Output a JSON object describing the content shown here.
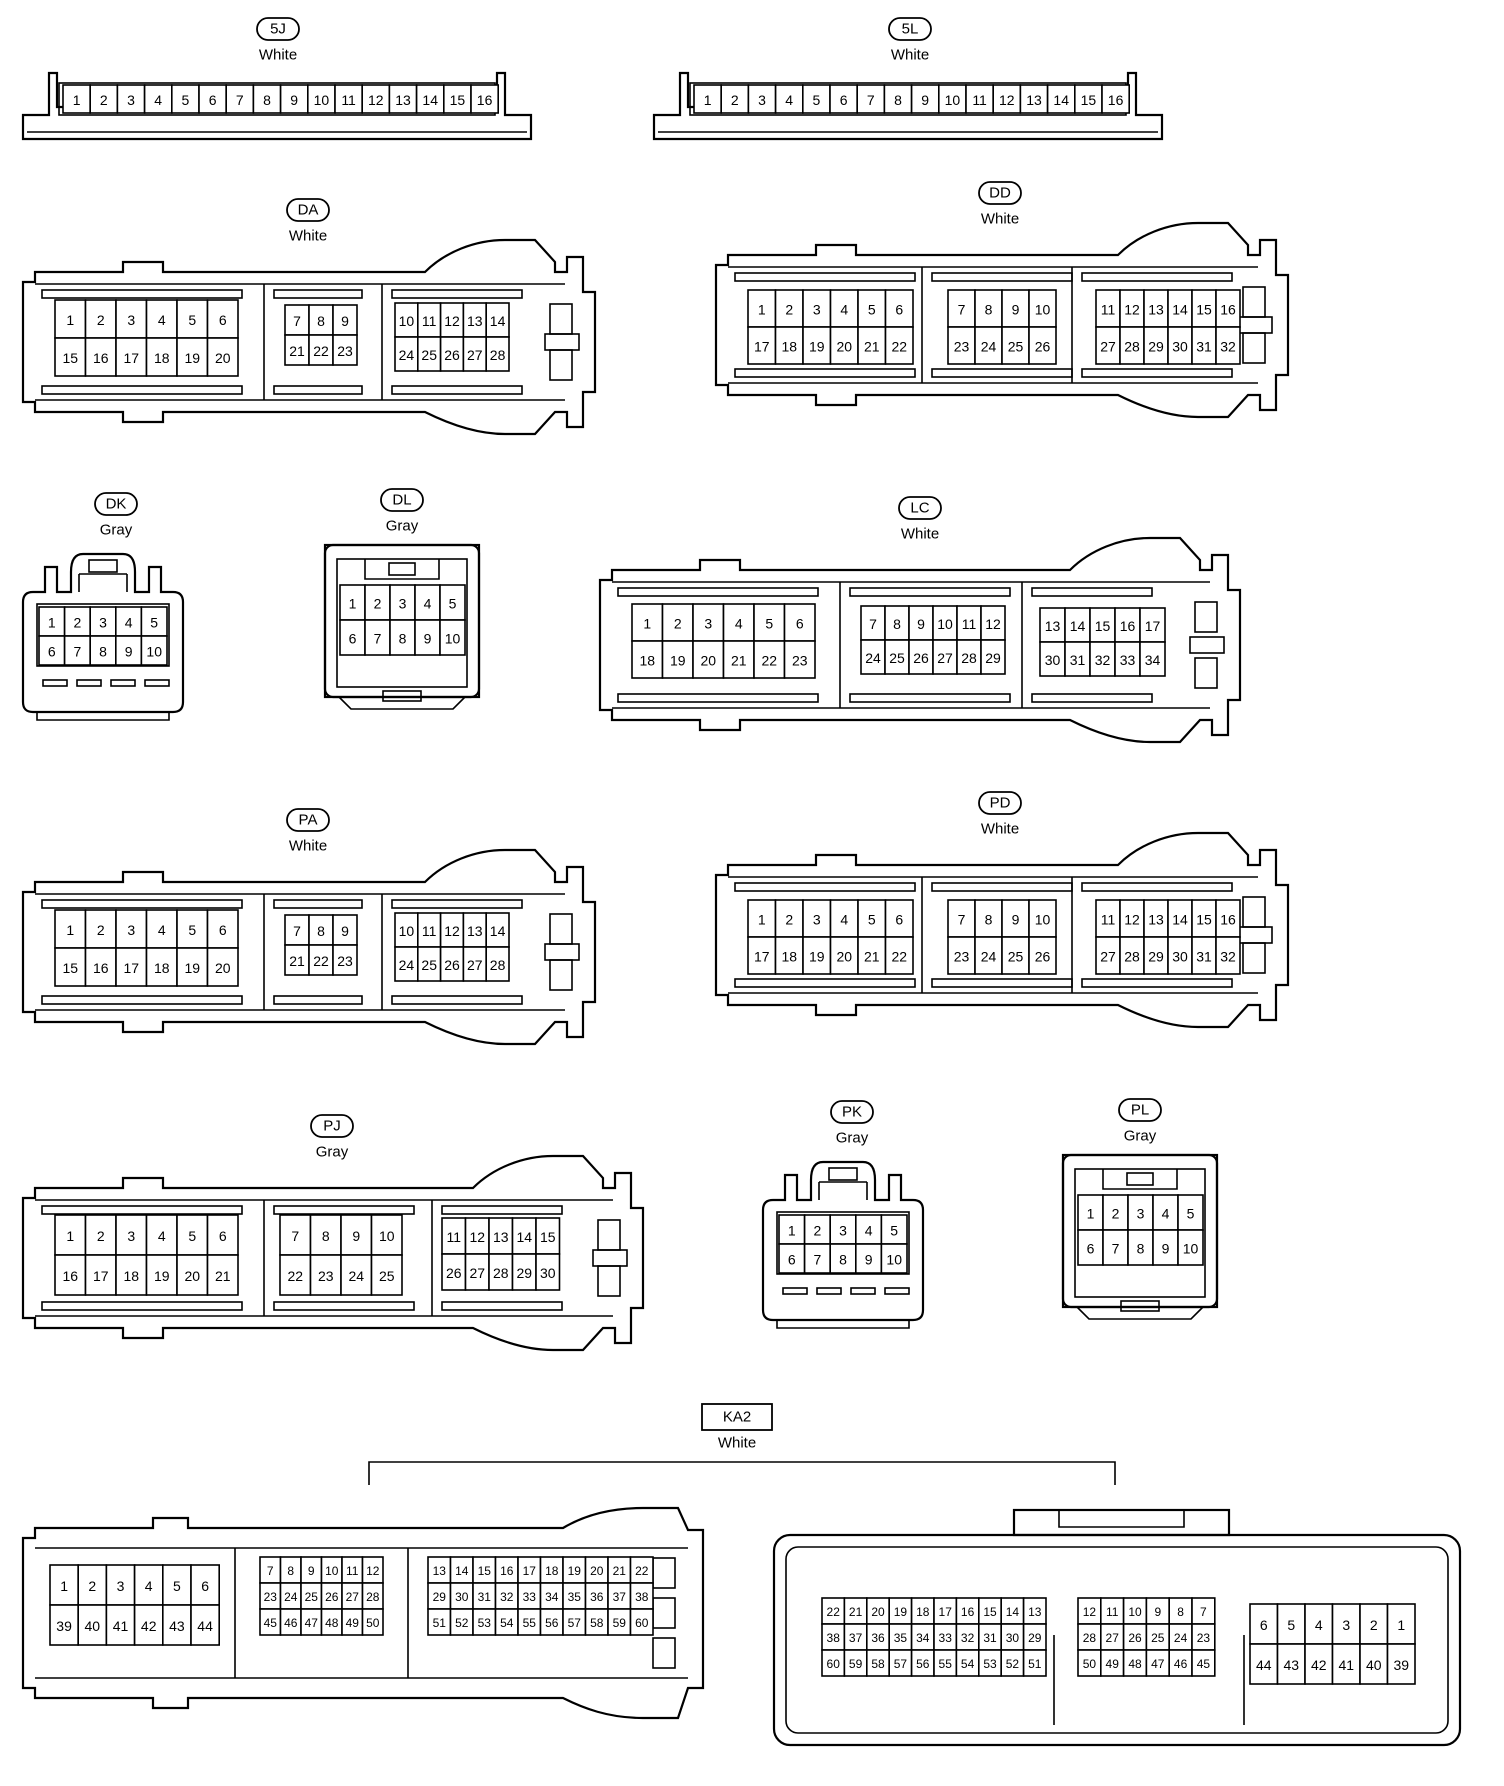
{
  "connectors": [
    {
      "id": "5J",
      "color": "White",
      "rows": [
        [
          "1",
          "2",
          "3",
          "4",
          "5",
          "6",
          "7",
          "8",
          "9",
          "10",
          "11",
          "12",
          "13",
          "14",
          "15",
          "16"
        ]
      ]
    },
    {
      "id": "5L",
      "color": "White",
      "rows": [
        [
          "1",
          "2",
          "3",
          "4",
          "5",
          "6",
          "7",
          "8",
          "9",
          "10",
          "11",
          "12",
          "13",
          "14",
          "15",
          "16"
        ]
      ]
    },
    {
      "id": "DA",
      "color": "White",
      "blocks": [
        {
          "rows": [
            [
              "1",
              "2",
              "3",
              "4",
              "5",
              "6"
            ],
            [
              "15",
              "16",
              "17",
              "18",
              "19",
              "20"
            ]
          ]
        },
        {
          "rows": [
            [
              "7",
              "8",
              "9"
            ],
            [
              "21",
              "22",
              "23"
            ]
          ]
        },
        {
          "rows": [
            [
              "10",
              "11",
              "12",
              "13",
              "14"
            ],
            [
              "24",
              "25",
              "26",
              "27",
              "28"
            ]
          ]
        }
      ]
    },
    {
      "id": "DD",
      "color": "White",
      "blocks": [
        {
          "rows": [
            [
              "1",
              "2",
              "3",
              "4",
              "5",
              "6"
            ],
            [
              "17",
              "18",
              "19",
              "20",
              "21",
              "22"
            ]
          ]
        },
        {
          "rows": [
            [
              "7",
              "8",
              "9",
              "10"
            ],
            [
              "23",
              "24",
              "25",
              "26"
            ]
          ]
        },
        {
          "rows": [
            [
              "11",
              "12",
              "13",
              "14",
              "15",
              "16"
            ],
            [
              "27",
              "28",
              "29",
              "30",
              "31",
              "32"
            ]
          ]
        }
      ]
    },
    {
      "id": "DK",
      "color": "Gray",
      "rows": [
        [
          "1",
          "2",
          "3",
          "4",
          "5"
        ],
        [
          "6",
          "7",
          "8",
          "9",
          "10"
        ]
      ]
    },
    {
      "id": "DL",
      "color": "Gray",
      "rows": [
        [
          "1",
          "2",
          "3",
          "4",
          "5"
        ],
        [
          "6",
          "7",
          "8",
          "9",
          "10"
        ]
      ]
    },
    {
      "id": "LC",
      "color": "White",
      "blocks": [
        {
          "rows": [
            [
              "1",
              "2",
              "3",
              "4",
              "5",
              "6"
            ],
            [
              "18",
              "19",
              "20",
              "21",
              "22",
              "23"
            ]
          ]
        },
        {
          "rows": [
            [
              "7",
              "8",
              "9",
              "10",
              "11",
              "12"
            ],
            [
              "24",
              "25",
              "26",
              "27",
              "28",
              "29"
            ]
          ]
        },
        {
          "rows": [
            [
              "13",
              "14",
              "15",
              "16",
              "17"
            ],
            [
              "30",
              "31",
              "32",
              "33",
              "34"
            ]
          ]
        }
      ]
    },
    {
      "id": "PA",
      "color": "White",
      "blocks": [
        {
          "rows": [
            [
              "1",
              "2",
              "3",
              "4",
              "5",
              "6"
            ],
            [
              "15",
              "16",
              "17",
              "18",
              "19",
              "20"
            ]
          ]
        },
        {
          "rows": [
            [
              "7",
              "8",
              "9"
            ],
            [
              "21",
              "22",
              "23"
            ]
          ]
        },
        {
          "rows": [
            [
              "10",
              "11",
              "12",
              "13",
              "14"
            ],
            [
              "24",
              "25",
              "26",
              "27",
              "28"
            ]
          ]
        }
      ]
    },
    {
      "id": "PD",
      "color": "White",
      "blocks": [
        {
          "rows": [
            [
              "1",
              "2",
              "3",
              "4",
              "5",
              "6"
            ],
            [
              "17",
              "18",
              "19",
              "20",
              "21",
              "22"
            ]
          ]
        },
        {
          "rows": [
            [
              "7",
              "8",
              "9",
              "10"
            ],
            [
              "23",
              "24",
              "25",
              "26"
            ]
          ]
        },
        {
          "rows": [
            [
              "11",
              "12",
              "13",
              "14",
              "15",
              "16"
            ],
            [
              "27",
              "28",
              "29",
              "30",
              "31",
              "32"
            ]
          ]
        }
      ]
    },
    {
      "id": "PJ",
      "color": "Gray",
      "blocks": [
        {
          "rows": [
            [
              "1",
              "2",
              "3",
              "4",
              "5",
              "6"
            ],
            [
              "16",
              "17",
              "18",
              "19",
              "20",
              "21"
            ]
          ]
        },
        {
          "rows": [
            [
              "7",
              "8",
              "9",
              "10"
            ],
            [
              "22",
              "23",
              "24",
              "25"
            ]
          ]
        },
        {
          "rows": [
            [
              "11",
              "12",
              "13",
              "14",
              "15"
            ],
            [
              "26",
              "27",
              "28",
              "29",
              "30"
            ]
          ]
        }
      ]
    },
    {
      "id": "PK",
      "color": "Gray",
      "rows": [
        [
          "1",
          "2",
          "3",
          "4",
          "5"
        ],
        [
          "6",
          "7",
          "8",
          "9",
          "10"
        ]
      ]
    },
    {
      "id": "PL",
      "color": "Gray",
      "rows": [
        [
          "1",
          "2",
          "3",
          "4",
          "5"
        ],
        [
          "6",
          "7",
          "8",
          "9",
          "10"
        ]
      ]
    },
    {
      "id": "KA2",
      "color": "White",
      "harness_side": [
        {
          "rows": [
            [
              "1",
              "2",
              "3",
              "4",
              "5",
              "6"
            ],
            [
              "39",
              "40",
              "41",
              "42",
              "43",
              "44"
            ]
          ]
        },
        {
          "rows": [
            [
              "7",
              "8",
              "9",
              "10",
              "11",
              "12"
            ],
            [
              "23",
              "24",
              "25",
              "26",
              "27",
              "28"
            ],
            [
              "45",
              "46",
              "47",
              "48",
              "49",
              "50"
            ]
          ]
        },
        {
          "rows": [
            [
              "13",
              "14",
              "15",
              "16",
              "17",
              "18",
              "19",
              "20",
              "21",
              "22"
            ],
            [
              "29",
              "30",
              "31",
              "32",
              "33",
              "34",
              "35",
              "36",
              "37",
              "38"
            ],
            [
              "51",
              "52",
              "53",
              "54",
              "55",
              "56",
              "57",
              "58",
              "59",
              "60"
            ]
          ]
        }
      ],
      "component_side": [
        {
          "rows": [
            [
              "22",
              "21",
              "20",
              "19",
              "18",
              "17",
              "16",
              "15",
              "14",
              "13"
            ],
            [
              "38",
              "37",
              "36",
              "35",
              "34",
              "33",
              "32",
              "31",
              "30",
              "29"
            ],
            [
              "60",
              "59",
              "58",
              "57",
              "56",
              "55",
              "54",
              "53",
              "52",
              "51"
            ]
          ]
        },
        {
          "rows": [
            [
              "12",
              "11",
              "10",
              "9",
              "8",
              "7"
            ],
            [
              "28",
              "27",
              "26",
              "25",
              "24",
              "23"
            ],
            [
              "50",
              "49",
              "48",
              "47",
              "46",
              "45"
            ]
          ]
        },
        {
          "rows": [
            [
              "6",
              "5",
              "4",
              "3",
              "2",
              "1"
            ],
            [
              "44",
              "43",
              "42",
              "41",
              "40",
              "39"
            ]
          ]
        }
      ]
    }
  ]
}
